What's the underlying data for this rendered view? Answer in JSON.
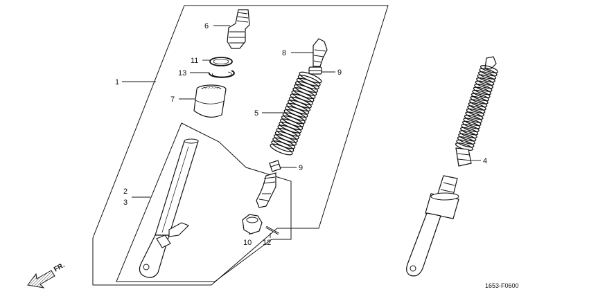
{
  "callouts": {
    "c1": "1",
    "c2": "2",
    "c3": "3",
    "c4": "4",
    "c5": "5",
    "c6": "6",
    "c7": "7",
    "c8": "8",
    "c9a": "9",
    "c9b": "9",
    "c10": "10",
    "c11": "11",
    "c12": "12",
    "c13": "13"
  },
  "direction_label": "FR.",
  "diagram_code": "1653-F0600",
  "colors": {
    "ink": "#111111",
    "background": "#ffffff"
  },
  "icons": [
    "front-direction-arrow-icon"
  ]
}
